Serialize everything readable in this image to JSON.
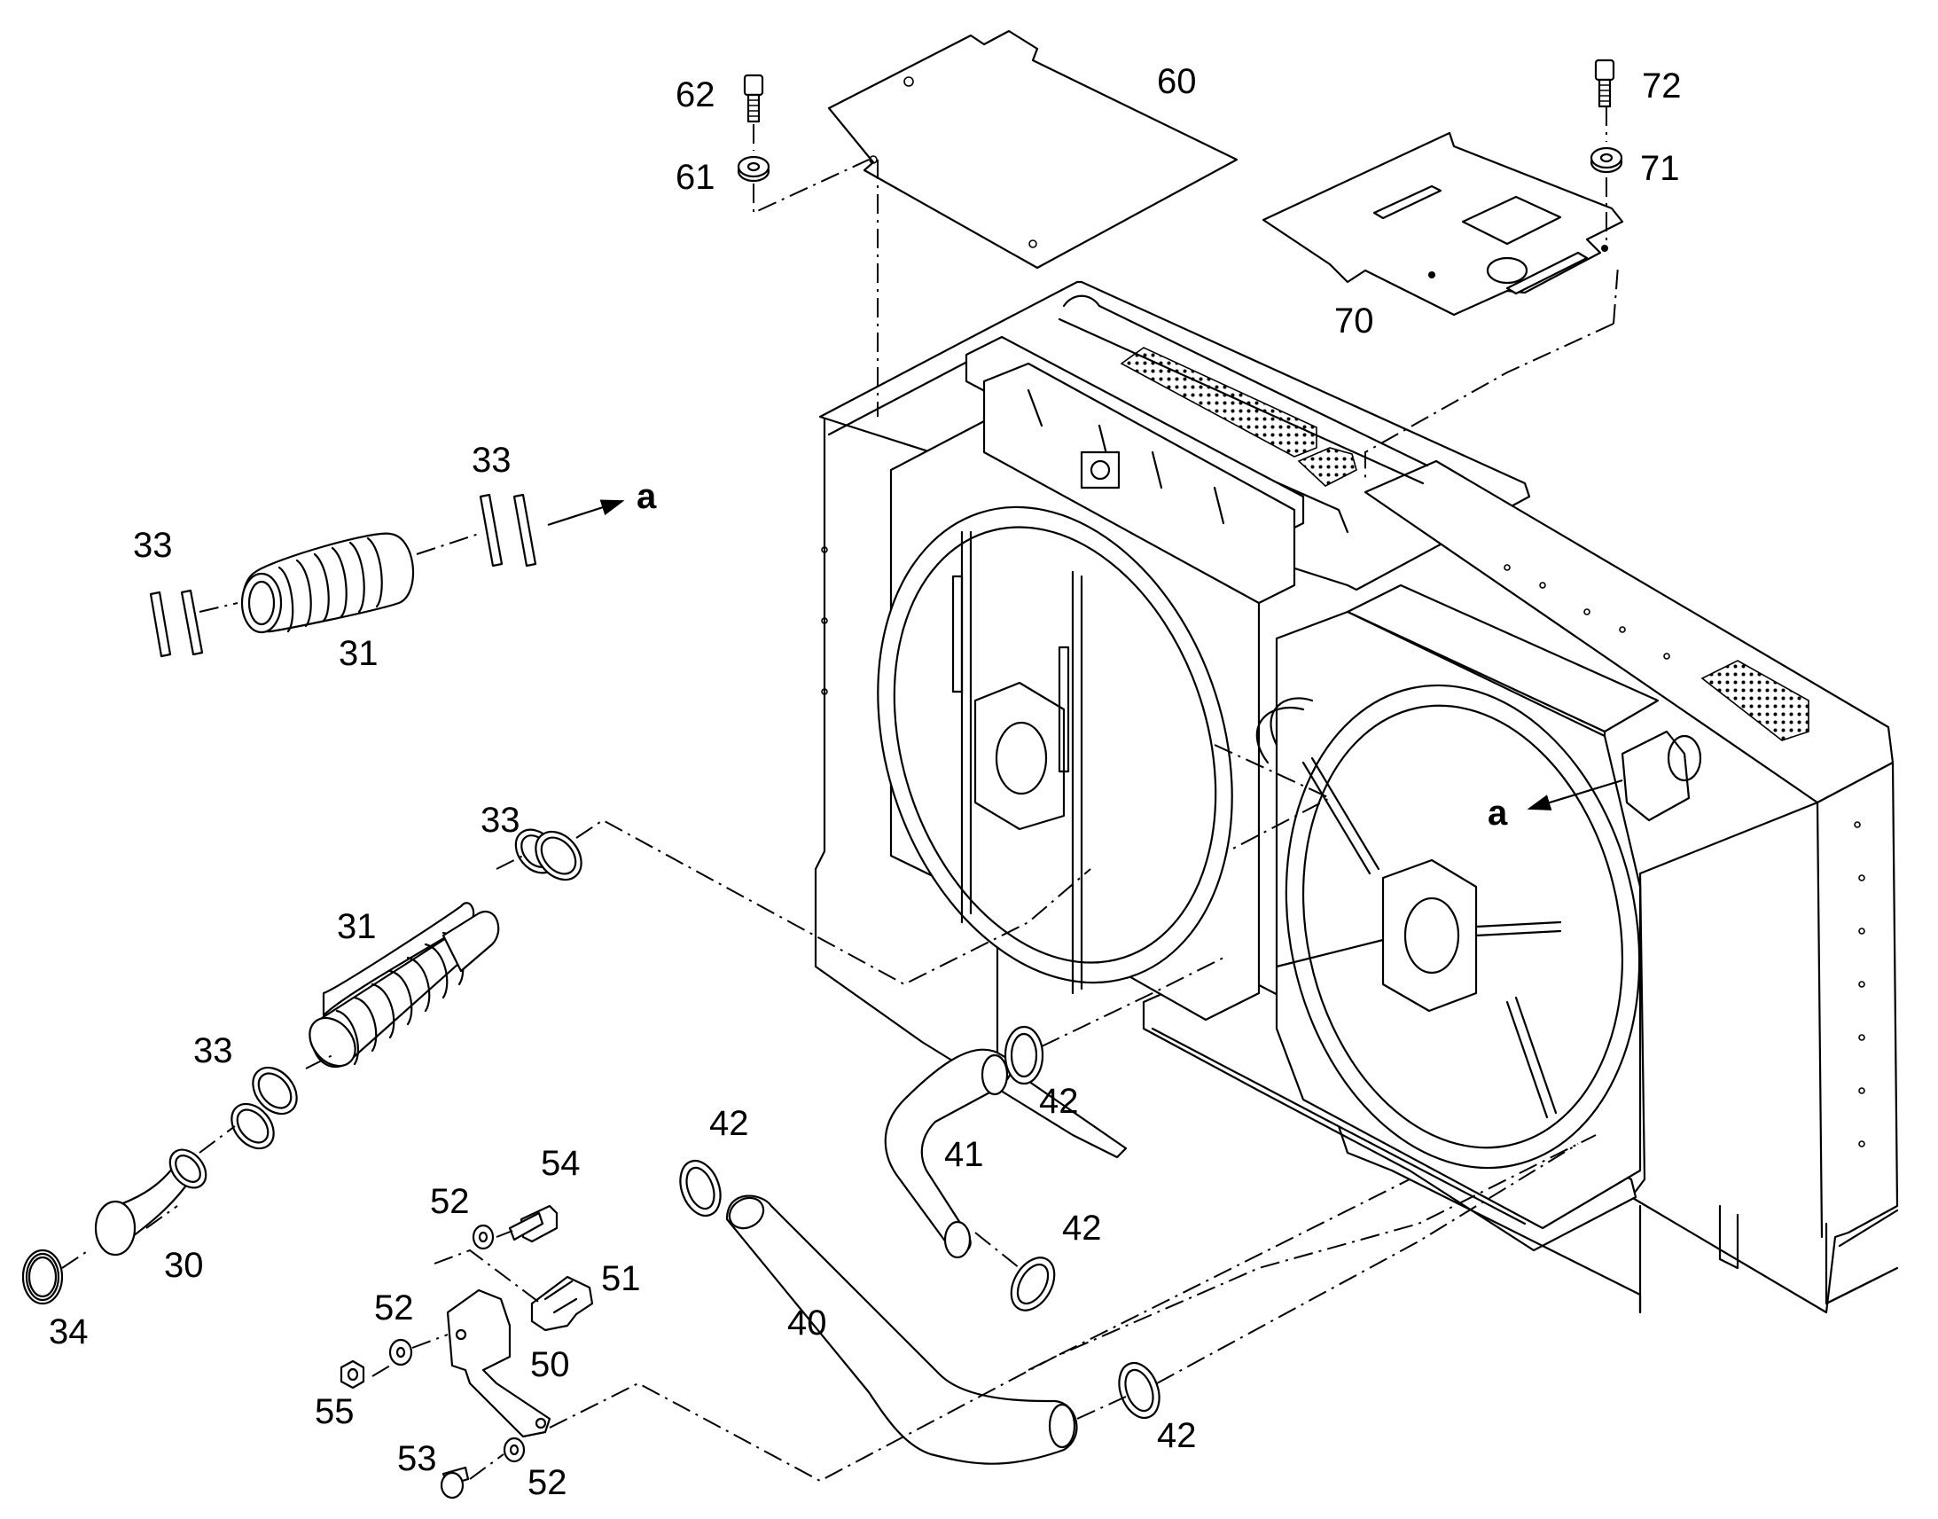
{
  "callouts": {
    "c60": "60",
    "c61": "61",
    "c62": "62",
    "c70": "70",
    "c71": "71",
    "c72": "72",
    "c33a": "33",
    "c33b": "33",
    "c33c": "33",
    "c33d": "33",
    "c31a": "31",
    "c31b": "31",
    "c30": "30",
    "c34": "34",
    "c40": "40",
    "c41": "41",
    "c42a": "42",
    "c42b": "42",
    "c42c": "42",
    "c42d": "42",
    "c50": "50",
    "c51": "51",
    "c52a": "52",
    "c52b": "52",
    "c52c": "52",
    "c53": "53",
    "c54": "54",
    "c55": "55"
  },
  "refs": {
    "a1": "a",
    "a2": "a"
  },
  "colors": {
    "line": "#000000",
    "background": "#ffffff"
  }
}
